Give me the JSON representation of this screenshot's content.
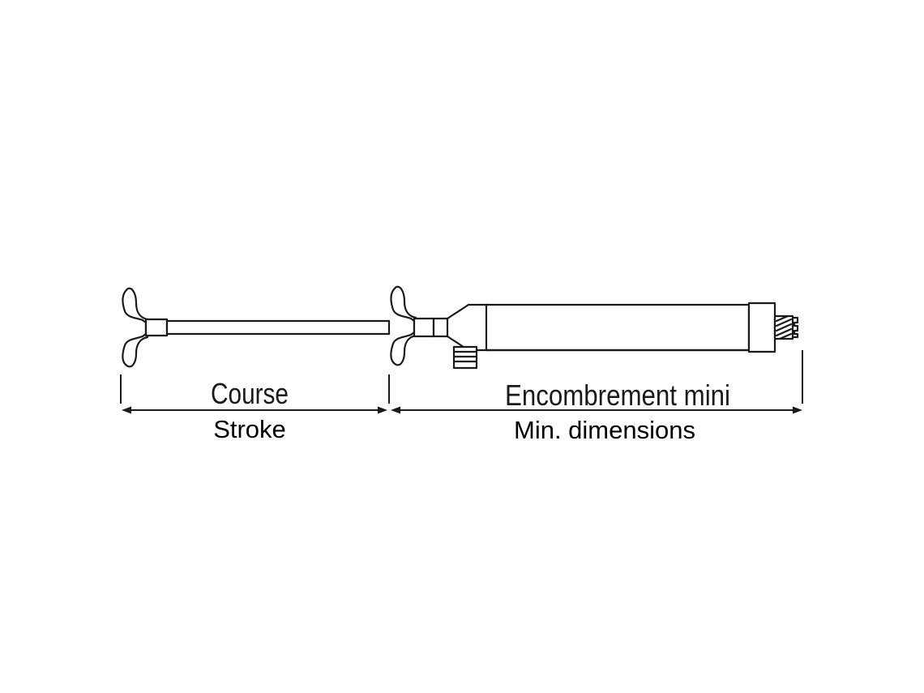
{
  "labels": {
    "stroke_fr": "Course",
    "stroke_en": "Stroke",
    "dimensions_fr": "Encombrement mini",
    "dimensions_en": "Min. dimensions"
  },
  "colors": {
    "line": "#1a1a1a",
    "background": "#ffffff"
  }
}
